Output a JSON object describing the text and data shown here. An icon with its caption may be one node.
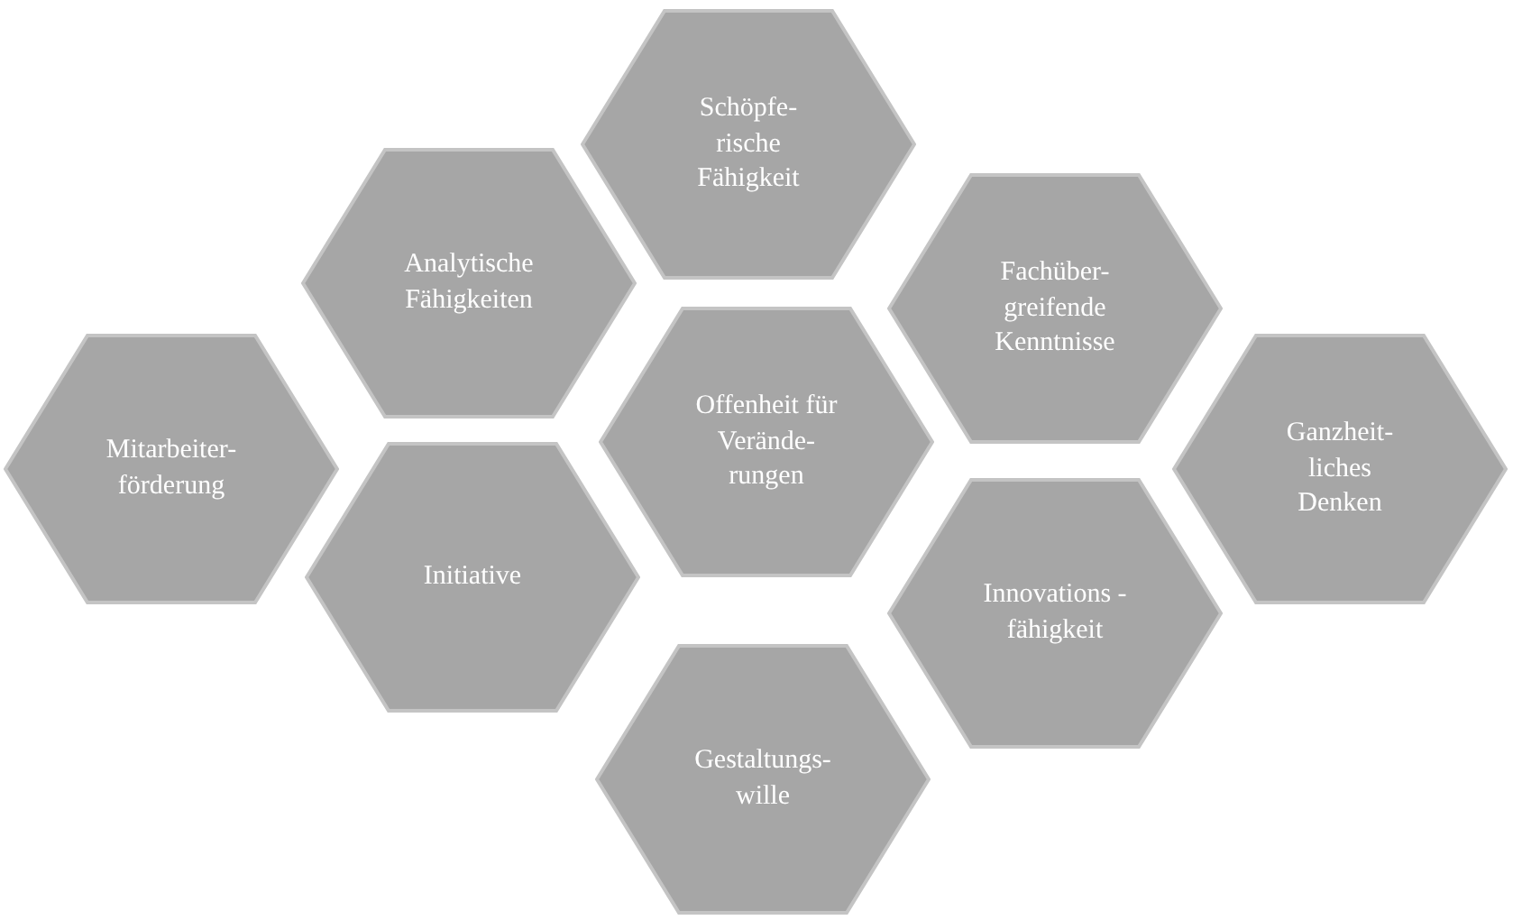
{
  "diagram": {
    "nodes": [
      {
        "text": [
          "Schöpfe- rische Fähigkeit"
        ]
      },
      {
        "text": [
          "Analytische Fähigkeiten"
        ]
      },
      {
        "text": [
          "Fachüber- greifende Kenntnisse"
        ]
      },
      {
        "text": [
          "Mitarbeiter- förderung"
        ]
      },
      {
        "text": [
          "Offenheit für Verände- rungen"
        ]
      },
      {
        "text": [
          "Ganzheit- liches Denken"
        ]
      },
      {
        "text": [
          "Initiative"
        ]
      },
      {
        "text": [
          "Innovations -fähigkeit"
        ]
      },
      {
        "text": [
          "Gestaltungs- wille"
        ]
      }
    ]
  }
}
